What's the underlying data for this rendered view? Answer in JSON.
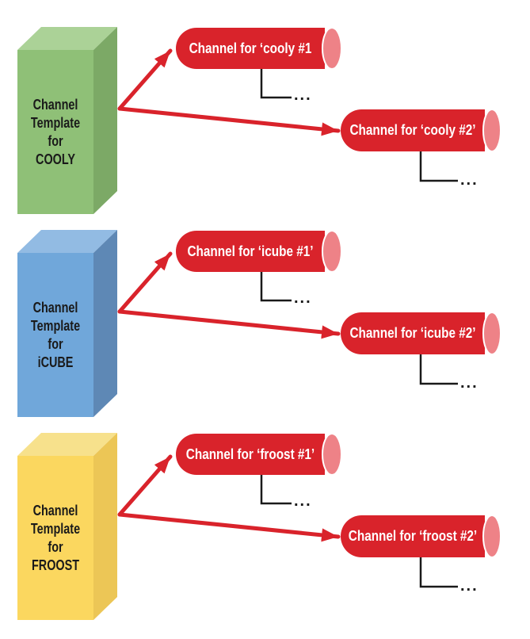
{
  "colors": {
    "cylinder_red": "#D9232B",
    "cylinder_cap_pink": "#EE8287",
    "arrow_red": "#D9232B",
    "connector_black": "#1A1A1A"
  },
  "sections": [
    {
      "id": "cooly",
      "template": {
        "lines": [
          "Channel",
          "Template",
          "for",
          "COOLY"
        ],
        "front_color": "#8FC077",
        "top_color": "#ABD297",
        "side_color": "#7CA966"
      },
      "channels": [
        {
          "label": "Channel for ‘cooly #1",
          "more": "..."
        },
        {
          "label": "Channel for ‘cooly #2’",
          "more": "..."
        }
      ]
    },
    {
      "id": "icube",
      "template": {
        "lines": [
          "Channel",
          "Template",
          "for",
          "iCUBE"
        ],
        "front_color": "#70A7DA",
        "top_color": "#92BBE3",
        "side_color": "#5E88B5"
      },
      "channels": [
        {
          "label": "Channel for ‘icube #1’",
          "more": "..."
        },
        {
          "label": "Channel for ‘icube #2’",
          "more": "..."
        }
      ]
    },
    {
      "id": "froost",
      "template": {
        "lines": [
          "Channel",
          "Template",
          "for",
          "FROOST"
        ],
        "front_color": "#FBD75F",
        "top_color": "#F7E18C",
        "side_color": "#ECC656"
      },
      "channels": [
        {
          "label": "Channel for ‘froost #1’",
          "more": "..."
        },
        {
          "label": "Channel for ‘froost #2’",
          "more": "..."
        }
      ]
    }
  ]
}
